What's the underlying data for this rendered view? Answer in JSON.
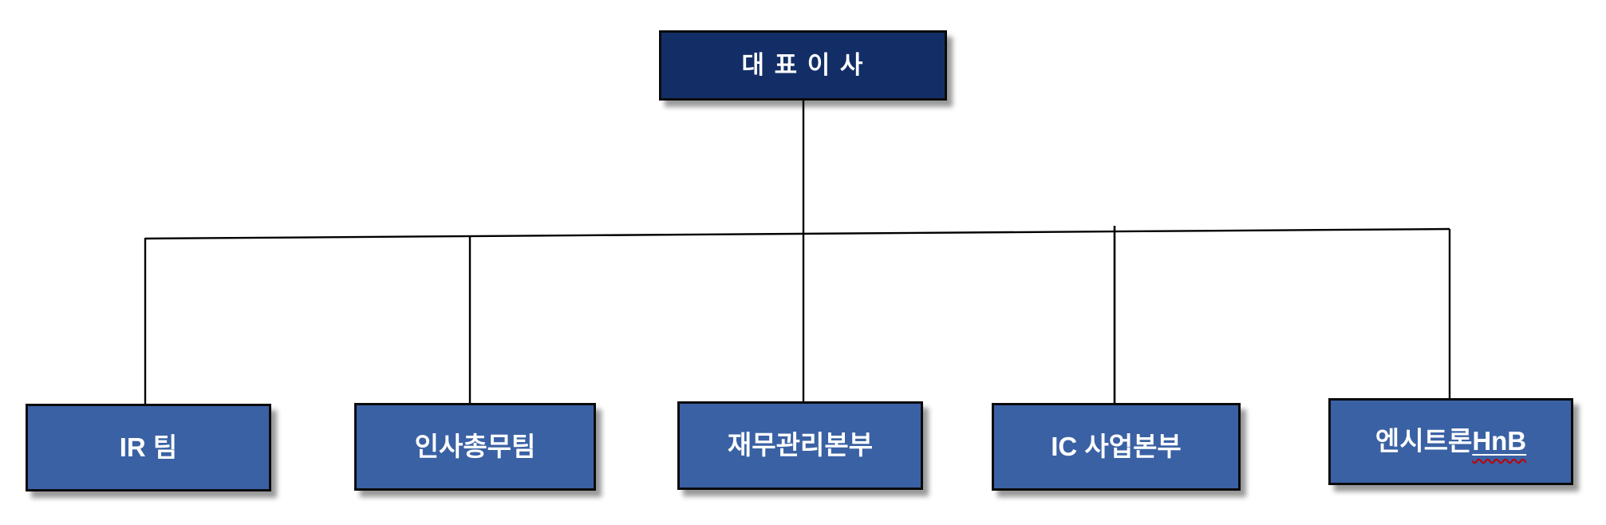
{
  "org_chart": {
    "root": {
      "label": "대 표 이 사"
    },
    "departments": [
      {
        "label": "IR 팀"
      },
      {
        "label": "인사총무팀"
      },
      {
        "label": "재무관리본부"
      },
      {
        "label": "IC 사업본부"
      },
      {
        "label_main": "엔시트론",
        "label_underlined": "HnB"
      }
    ],
    "colors": {
      "root_fill": "#132E66",
      "department_fill": "#3A61A4",
      "outline": "#000000",
      "connector_line": "#000000",
      "label_text": "#FFFFFF",
      "spellcheck_squiggle": "#C00000"
    }
  }
}
